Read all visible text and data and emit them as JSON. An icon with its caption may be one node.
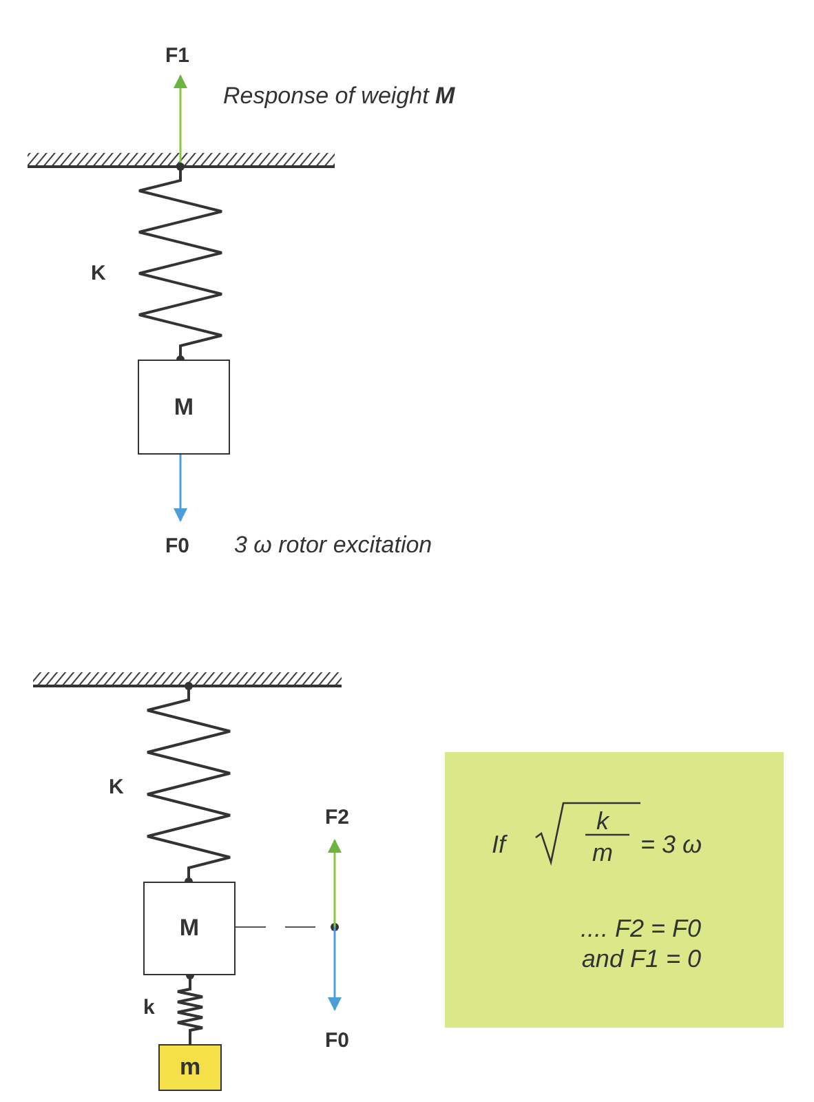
{
  "diagram": {
    "nodes": [
      {
        "text": [
          "M"
        ]
      },
      {
        "text": [
          "M"
        ]
      },
      {
        "text": [
          "m"
        ]
      },
      {
        "text": [
          "If",
          "k",
          "m",
          "= 3 ω",
          ".... F2 = F0 and F1 = 0"
        ]
      }
    ],
    "edges": [
      {
        "from": 1,
        "to": 2,
        "arrow": "other"
      }
    ],
    "labels": [
      "F1",
      "Response of weight **M**",
      "K",
      "F0",
      "3 ω  rotor excitation",
      "K",
      "F2",
      "k",
      "F0"
    ]
  }
}
